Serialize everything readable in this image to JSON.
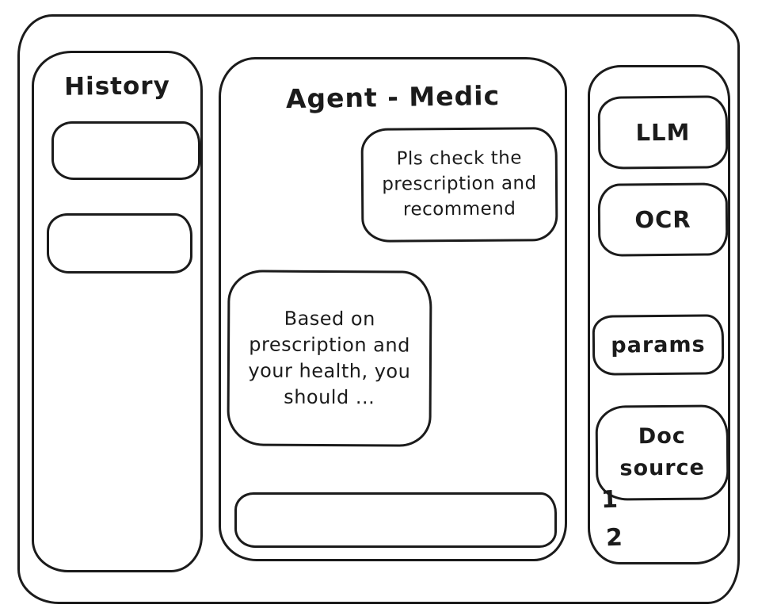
{
  "canvas": {
    "background": "#ffffff",
    "stroke_color": "#1b1b1b"
  },
  "history_panel": {
    "title": "History",
    "items": [
      {
        "label": ""
      },
      {
        "label": ""
      }
    ]
  },
  "chat_panel": {
    "title": "Agent - Medic",
    "messages": [
      {
        "role": "user",
        "text": "Pls check the prescription and recommend"
      },
      {
        "role": "assistant",
        "text": "Based on prescription and your health, you should ..."
      }
    ],
    "input": {
      "value": "",
      "placeholder": ""
    }
  },
  "tools_panel": {
    "buttons": [
      {
        "id": "llm",
        "label": "LLM"
      },
      {
        "id": "ocr",
        "label": "OCR"
      },
      {
        "id": "params",
        "label": "params"
      },
      {
        "id": "doc-source",
        "label": "Doc source"
      }
    ],
    "doc_sources": [
      "1",
      "2"
    ]
  }
}
